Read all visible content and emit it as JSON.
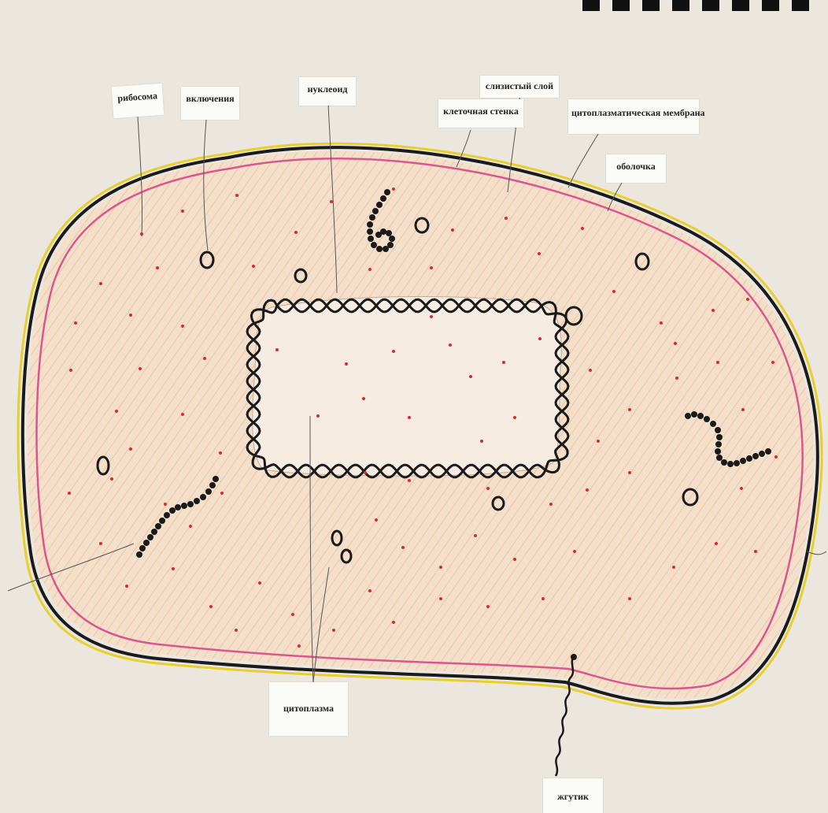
{
  "labels": {
    "ribosome": "рибосома",
    "inclusions": "включения",
    "nucleoid": "нуклеоид",
    "mucous_layer": "слизистый слой",
    "cell_wall": "клеточная стенка",
    "cytoplasmic_membrane": "цитоплазматическая мембрана",
    "envelope": "оболочка",
    "cytoplasm": "цитоплазма",
    "flagellum": "жгутик"
  },
  "colors": {
    "paper": "#ebe7de",
    "cytoplasm_fill": "#f2d6bc",
    "capsule_yellow": "#e6cf2f",
    "wall_black": "#1b1b1b",
    "wall_blue": "#4e5b9a",
    "membrane_pink": "#d9578f",
    "ribosome_red": "#e0282a",
    "ink": "#1a1a1a"
  },
  "icons": {
    "inclusion": "circle-outline",
    "ribosome": "red-dot",
    "dna": "double-helix",
    "plasmid": "bead-chain"
  }
}
